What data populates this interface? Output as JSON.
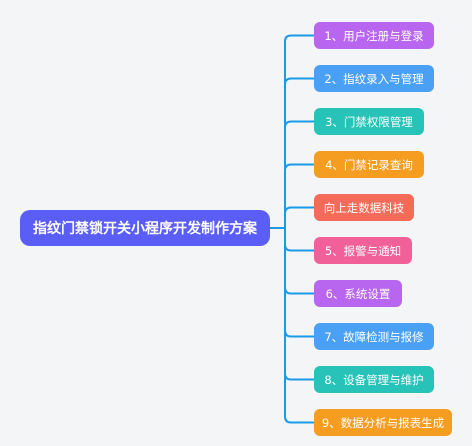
{
  "root": {
    "label": "指纹门禁锁开关小程序开发制作方案",
    "color": "#5b5ef6"
  },
  "line_color": "#1a9be8",
  "branches": [
    {
      "label": "1、用户注册与登录",
      "color": "#b865f0"
    },
    {
      "label": "2、指纹录入与管理",
      "color": "#4aa0f5"
    },
    {
      "label": "3、门禁权限管理",
      "color": "#27c2b8"
    },
    {
      "label": "4、门禁记录查询",
      "color": "#f59d20"
    },
    {
      "label": "向上走数据科技",
      "color": "#f56b5a"
    },
    {
      "label": "5、报警与通知",
      "color": "#f2609a"
    },
    {
      "label": "6、系统设置",
      "color": "#b865f0"
    },
    {
      "label": "7、故障检测与报修",
      "color": "#4aa0f5"
    },
    {
      "label": "8、设备管理与维护",
      "color": "#27c2b8"
    },
    {
      "label": "9、数据分析与报表生成",
      "color": "#f59d20"
    }
  ]
}
